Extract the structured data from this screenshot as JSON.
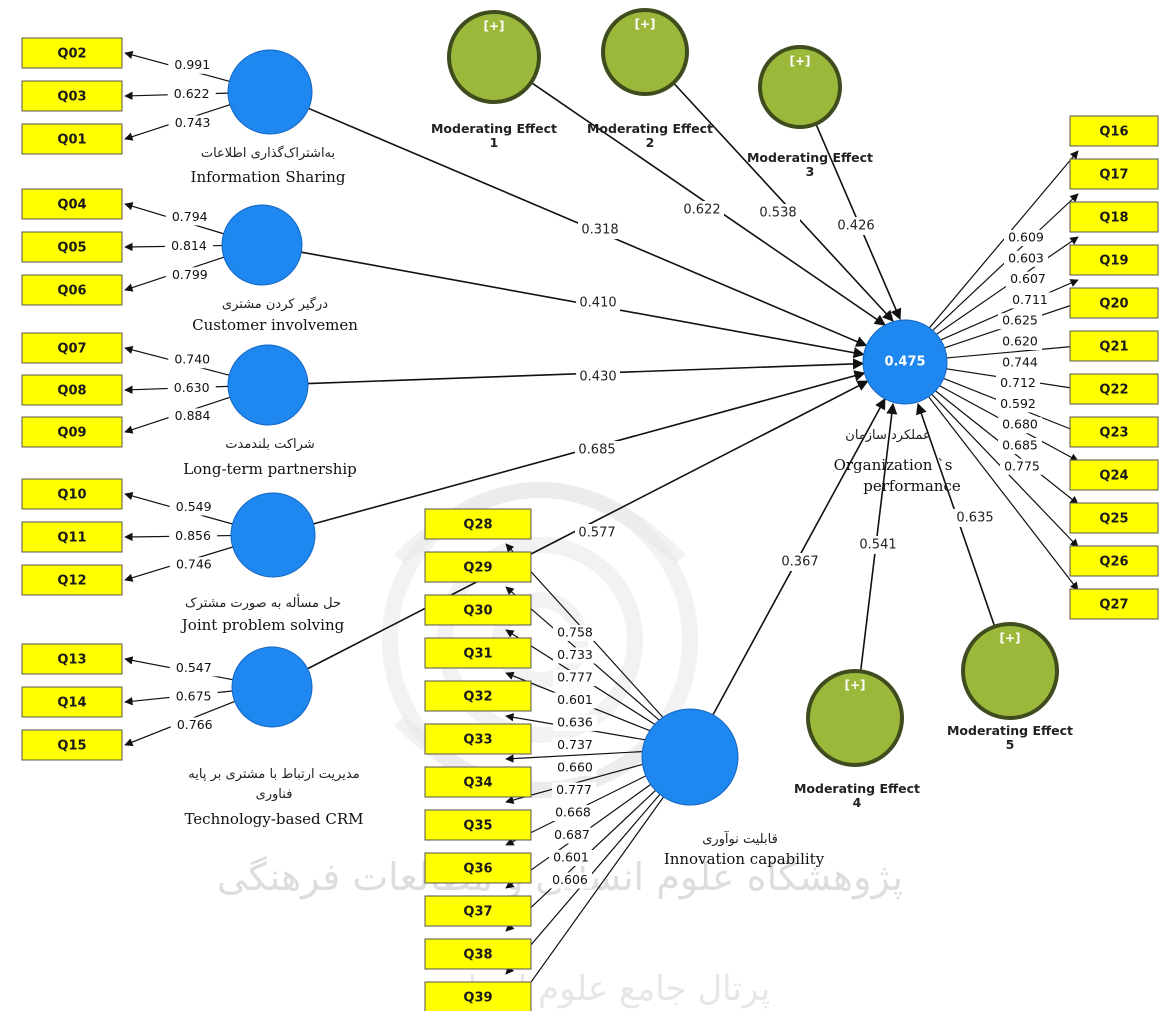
{
  "constructs": {
    "info_sharing": {
      "fa": "به‌اشتراک‌گذاری اطلاعات",
      "en": "Information Sharing",
      "path": "0.318"
    },
    "customer": {
      "fa": "درگیر کردن مشتری",
      "en": "Customer involvemen",
      "path": "0.410"
    },
    "partnership": {
      "fa": "شراکت بلندمدت",
      "en": "Long-term partnership",
      "path": "0.430"
    },
    "joint": {
      "fa": "حل مسأله به صورت مشترک",
      "en": "Joint problem solving",
      "path": "0.685"
    },
    "crm": {
      "fa1": "مدیریت ارتباط با مشتری بر پایه",
      "fa2": "فناوری",
      "en": "Technology-based CRM",
      "path": "0.577"
    },
    "innovation": {
      "fa": "قابلیت نوآوری",
      "en": "Innovation capability",
      "path": "0.367"
    },
    "performance": {
      "fa": "عملکرد سازمان",
      "en1": "Organization `s",
      "en2": "performance",
      "r2": "0.475"
    }
  },
  "moderators": [
    {
      "plus": "[+]",
      "label1": "Moderating Effect",
      "label2": "1",
      "path": "0.622"
    },
    {
      "plus": "[+]",
      "label1": "Moderating Effect",
      "label2": "2",
      "path": "0.538"
    },
    {
      "plus": "[+]",
      "label1": "Moderating Effect",
      "label2": "3",
      "path": "0.426"
    },
    {
      "plus": "[+]",
      "label1": "Moderating Effect",
      "label2": "4",
      "path": "0.541"
    },
    {
      "plus": "[+]",
      "label1": "Moderating Effect",
      "label2": "5",
      "path": "0.635"
    }
  ],
  "left_indicators": [
    {
      "id": "Q02",
      "loading": "0.991"
    },
    {
      "id": "Q03",
      "loading": "0.622"
    },
    {
      "id": "Q01",
      "loading": "0.743"
    },
    {
      "id": "Q04",
      "loading": "0.794"
    },
    {
      "id": "Q05",
      "loading": "0.814"
    },
    {
      "id": "Q06",
      "loading": "0.799"
    },
    {
      "id": "Q07",
      "loading": "0.740"
    },
    {
      "id": "Q08",
      "loading": "0.630"
    },
    {
      "id": "Q09",
      "loading": "0.884"
    },
    {
      "id": "Q10",
      "loading": "0.549"
    },
    {
      "id": "Q11",
      "loading": "0.856"
    },
    {
      "id": "Q12",
      "loading": "0.746"
    },
    {
      "id": "Q13",
      "loading": "0.547"
    },
    {
      "id": "Q14",
      "loading": "0.675"
    },
    {
      "id": "Q15",
      "loading": "0.766"
    }
  ],
  "innovation_indicators": [
    {
      "id": "Q28",
      "loading": "0.758"
    },
    {
      "id": "Q29",
      "loading": "0.733"
    },
    {
      "id": "Q30",
      "loading": "0.777"
    },
    {
      "id": "Q31",
      "loading": "0.601"
    },
    {
      "id": "Q32",
      "loading": "0.636"
    },
    {
      "id": "Q33",
      "loading": "0.737"
    },
    {
      "id": "Q34",
      "loading": "0.660"
    },
    {
      "id": "Q35",
      "loading": "0.777"
    },
    {
      "id": "Q36",
      "loading": "0.668"
    },
    {
      "id": "Q37",
      "loading": "0.687"
    },
    {
      "id": "Q38",
      "loading": "0.601"
    },
    {
      "id": "Q39",
      "loading": "0.606"
    }
  ],
  "performance_indicators": [
    {
      "id": "Q16",
      "loading": "0.609"
    },
    {
      "id": "Q17",
      "loading": "0.603"
    },
    {
      "id": "Q18",
      "loading": "0.607"
    },
    {
      "id": "Q19",
      "loading": "0.711"
    },
    {
      "id": "Q20",
      "loading": "0.625"
    },
    {
      "id": "Q21",
      "loading": "0.620"
    },
    {
      "id": "Q22",
      "loading": "0.744"
    },
    {
      "id": "Q23",
      "loading": "0.712"
    },
    {
      "id": "Q24",
      "loading": "0.592"
    },
    {
      "id": "Q25",
      "loading": "0.680"
    },
    {
      "id": "Q26",
      "loading": "0.685"
    },
    {
      "id": "Q27",
      "loading": "0.775"
    }
  ],
  "watermark": {
    "line1": "پژوهشگاه علوم انسانی و مطالعات فرهنگی",
    "line2": "پرتال جامع علوم انسانی"
  }
}
